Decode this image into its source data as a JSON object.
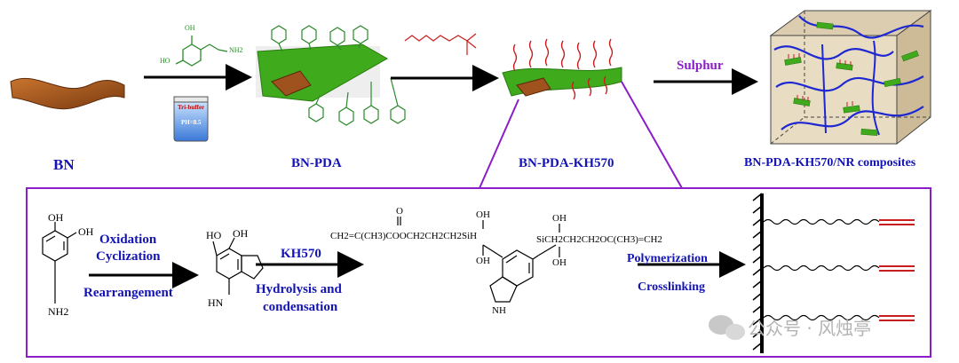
{
  "top": {
    "bn_label": "BN",
    "bn_pda_label": "BN-PDA",
    "bn_pda_kh570_label": "BN-PDA-KH570",
    "composite_label": "BN-PDA-KH570/NR composites",
    "sulphur_label": "Sulphur",
    "beaker_text_1": "Tri-buffer",
    "beaker_text_2": "PH=8.5",
    "dopamine_oh_1": "OH",
    "dopamine_oh_2": "HO",
    "dopamine_nh2": "NH2"
  },
  "bottom": {
    "step1_line1": "Oxidation",
    "step1_line2": "Cyclization",
    "step1_line3": "Rearrangement",
    "step2_line1": "KH570",
    "step2_line2": "Hydrolysis and",
    "step2_line3": "condensation",
    "step3_line1": "Polymerization",
    "step3_line2": "Crosslinking",
    "dopamine_oh_top": "OH",
    "dopamine_oh_side": "OH",
    "dopamine_nh2": "NH2",
    "indole_oh_left": "HO",
    "indole_oh_right": "OH",
    "indole_hn": "HN",
    "kh570_formula": "CH2=C(CH3)COOCH2CH2CH2SiH",
    "silanol_formula": "SiCH2CH2CH2OC(CH3)=CH2",
    "si_oh_top_1": "OH",
    "si_oh_bottom_1": "OH",
    "si_oh_top_2": "OH",
    "si_oh_bottom_2": "OH",
    "indole2_nh": "NH",
    "ester_o": "O"
  },
  "watermark": "公众号 · 风烛亭",
  "colors": {
    "blue_text": "#1414b4",
    "purple": "#8a1ec8",
    "bn_sheet": "#a0521e",
    "pda_green": "#3faa1c",
    "kh570_red": "#c81e1e",
    "nr_chain": "#1e28d2"
  }
}
